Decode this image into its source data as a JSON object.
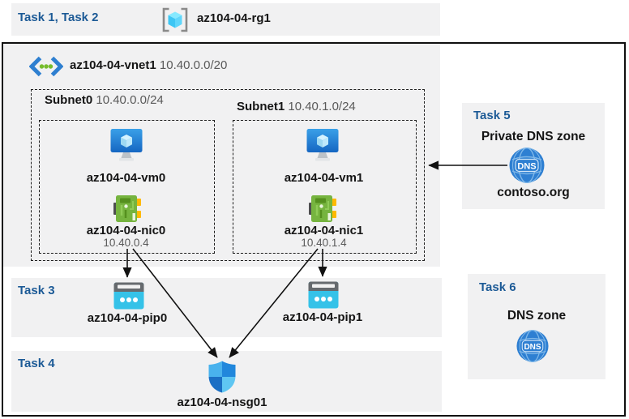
{
  "colors": {
    "task_label_blue": "#1C5A96",
    "panel_gray": "#F1F1F2",
    "vm_blue": "#1973D0",
    "nic_green": "#76B43F",
    "nic_pin_yellow": "#FFB900",
    "pip_cyan": "#35C2E8",
    "nsg_blue": "#2187DC",
    "dns_blue": "#2E7FD2",
    "rg_cube_cyan": "#3DC6F4",
    "vnet_chevron_blue": "#2E7FD0",
    "vnet_dot_green": "#76BC2D"
  },
  "header": {
    "tasks_label": "Task 1, Task 2",
    "resource_group": {
      "icon": "resource-group-icon",
      "name": "az104-04-rg1"
    }
  },
  "vnet": {
    "icon": "virtual-network-icon",
    "name": "az104-04-vnet1",
    "cidr": "10.40.0.0/20"
  },
  "subnets": [
    {
      "name": "Subnet0",
      "cidr": "10.40.0.0/24",
      "vm": {
        "icon": "virtual-machine-icon",
        "name": "az104-04-vm0"
      },
      "nic": {
        "icon": "network-interface-icon",
        "name": "az104-04-nic0",
        "ip": "10.40.0.4"
      }
    },
    {
      "name": "Subnet1",
      "cidr": "10.40.1.0/24",
      "vm": {
        "icon": "virtual-machine-icon",
        "name": "az104-04-vm1"
      },
      "nic": {
        "icon": "network-interface-icon",
        "name": "az104-04-nic1",
        "ip": "10.40.1.4"
      }
    }
  ],
  "task3": {
    "label": "Task 3",
    "public_ips": [
      {
        "icon": "public-ip-icon",
        "name": "az104-04-pip0"
      },
      {
        "icon": "public-ip-icon",
        "name": "az104-04-pip1"
      }
    ]
  },
  "task4": {
    "label": "Task 4",
    "nsg": {
      "icon": "nsg-shield-icon",
      "name": "az104-04-nsg01"
    }
  },
  "task5": {
    "label": "Task 5",
    "title": "Private DNS zone",
    "dns_badge": "DNS",
    "zone_name": "contoso.org"
  },
  "task6": {
    "label": "Task 6",
    "title": "DNS zone",
    "dns_badge": "DNS"
  },
  "connections": [
    {
      "from": "az104-04-nic0",
      "to": "az104-04-pip0"
    },
    {
      "from": "az104-04-nic0",
      "to": "az104-04-nsg01"
    },
    {
      "from": "az104-04-nic1",
      "to": "az104-04-pip1"
    },
    {
      "from": "az104-04-nic1",
      "to": "az104-04-nsg01"
    },
    {
      "from": "contoso.org",
      "to": "Subnet1"
    }
  ]
}
